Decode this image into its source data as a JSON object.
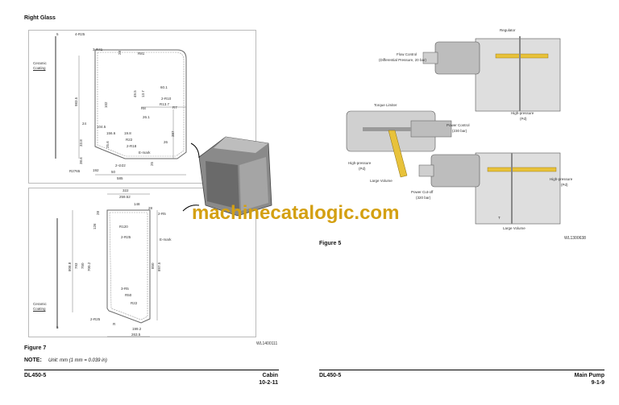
{
  "left_page": {
    "section_title": "Right Glass",
    "top_drawing_labels": [
      "5",
      "4-R25",
      "3-R41",
      "28",
      "R81",
      "Ceramic",
      "Coating",
      "983.5",
      "60.1",
      "49.5",
      "13.7",
      "2-R10",
      "R13.7",
      "102",
      "R8",
      "R7",
      "26.1",
      "24",
      "387",
      "104.5",
      "156.6",
      "19.8",
      "R22",
      "33.8",
      "25.6",
      "2-R18",
      "26",
      "E-mark",
      "38.6",
      "25",
      "2-⊘22",
      "R2765",
      "192",
      "50",
      "585"
    ],
    "bottom_drawing_labels": [
      "322",
      "259.52",
      "148",
      "28",
      "2-R5",
      "28",
      "126",
      "R120",
      "2-R25",
      "E-mark",
      "808.8",
      "793",
      "750",
      "700.2",
      "850",
      "897.5",
      "3-R5",
      "R50",
      "R22",
      "Ceramic",
      "Coating",
      "2-R25",
      "R",
      "5",
      "199.2",
      "263.5"
    ],
    "drawing_code": "WL1400111",
    "figure_caption": "Figure 7",
    "note_label": "NOTE:",
    "note_text": "Unit: mm (1 mm = 0.039 in)",
    "footer": {
      "model": "DL450-5",
      "section": "Cabin",
      "page": "10-2-11"
    }
  },
  "right_page": {
    "labels": [
      "Regulator",
      "Flow Control",
      "(Differential Pressure, 20 bar)",
      "Torque Limiter",
      "High-pressure",
      "(Pd)",
      "Power Control",
      "(230 bar)",
      "High-pressure",
      "(Pd)",
      "Large Volume",
      "High-pressure",
      "(Pd)",
      "Power Cut-off",
      "(320 bar)",
      "T",
      "Large Volume"
    ],
    "drawing_code": "WL1300638",
    "figure_caption": "Figure 5",
    "footer": {
      "model": "DL450-5",
      "section": "Main Pump",
      "page": "9-1-9"
    }
  },
  "watermark": "machinecatalogic.com",
  "colors": {
    "spool": "#e8c23a",
    "body": "#d9d9d9",
    "watermark": "#d4a012"
  }
}
